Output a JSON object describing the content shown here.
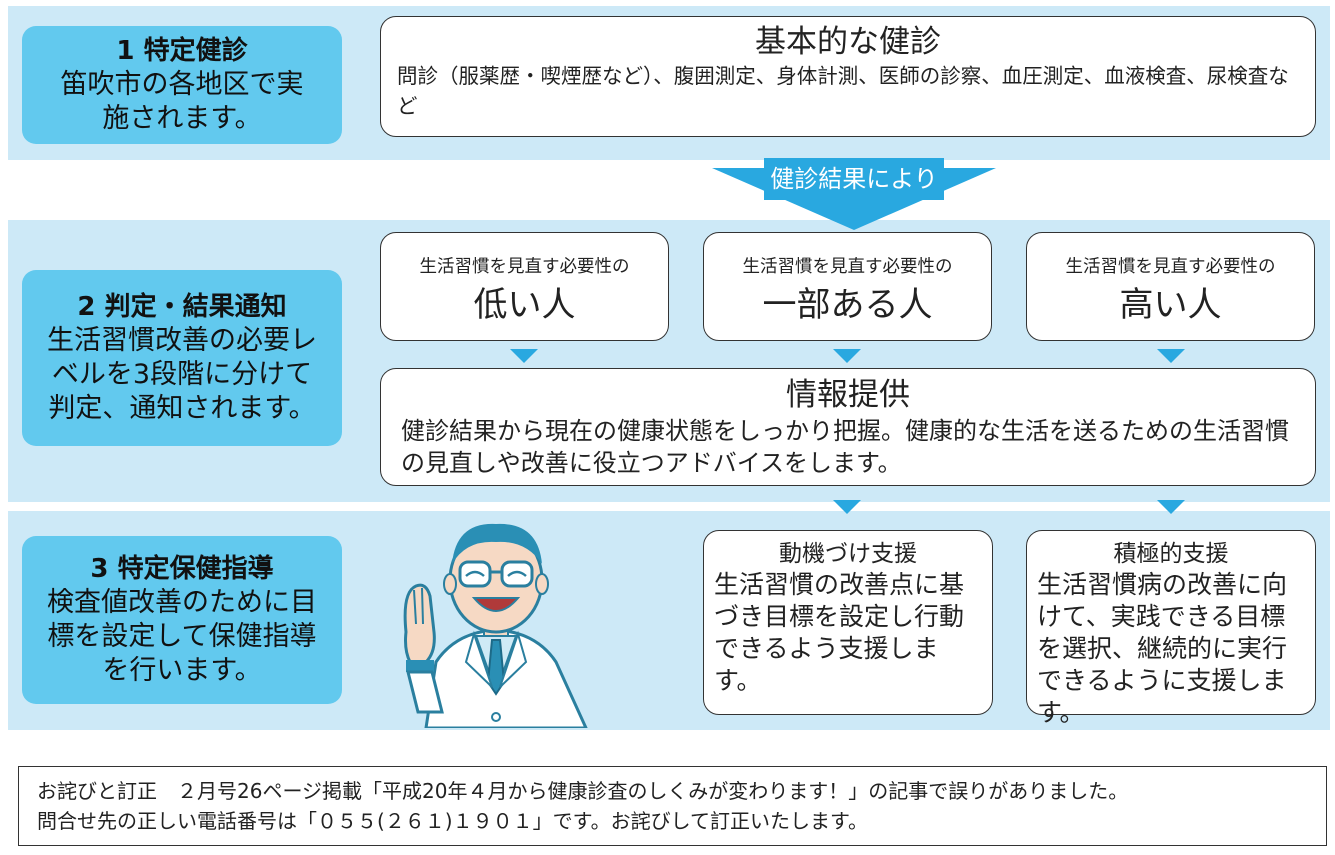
{
  "colors": {
    "band": "#cde9f7",
    "label": "#62c9ee",
    "arrow": "#29a8e0"
  },
  "step1": {
    "title": "1 特定健診",
    "text": "笛吹市の各地区で実施されます。"
  },
  "basic": {
    "title": "基本的な健診",
    "text": "問診（服薬歴・喫煙歴など）、腹囲測定、身体計測、医師の診察、血圧測定、血液検査、尿検査など"
  },
  "arrow": {
    "label": "健診結果により"
  },
  "step2": {
    "title": "2 判定・結果通知",
    "text": "生活習慣改善の必要レベルを3段階に分けて判定、通知されます。"
  },
  "levels": [
    {
      "prefix": "生活習慣を見直す必要性の",
      "label": "低い人"
    },
    {
      "prefix": "生活習慣を見直す必要性の",
      "label": "一部ある人"
    },
    {
      "prefix": "生活習慣を見直す必要性の",
      "label": "高い人"
    }
  ],
  "info": {
    "title": "情報提供",
    "text": "健診結果から現在の健康状態をしっかり把握。健康的な生活を送るための生活習慣の見直しや改善に役立つアドバイスをします。"
  },
  "step3": {
    "title": "3 特定保健指導",
    "text": "検査値改善のために目標を設定して保健指導を行います。"
  },
  "supports": [
    {
      "title": "動機づけ支援",
      "text": "生活習慣の改善点に基づき目標を設定し行動できるよう支援します。"
    },
    {
      "title": "積極的支援",
      "text": "生活習慣病の改善に向けて、実践できる目標を選択、継続的に実行できるように支援します。"
    }
  ],
  "notice": {
    "line1": "お詫びと訂正　２月号26ページ掲載「平成20年４月から健康診査のしくみが変わります！」の記事で誤りがありました。",
    "line2": "問合せ先の正しい電話番号は「０５５(２６１)１９０１」です。お詫びして訂正いたします。"
  }
}
